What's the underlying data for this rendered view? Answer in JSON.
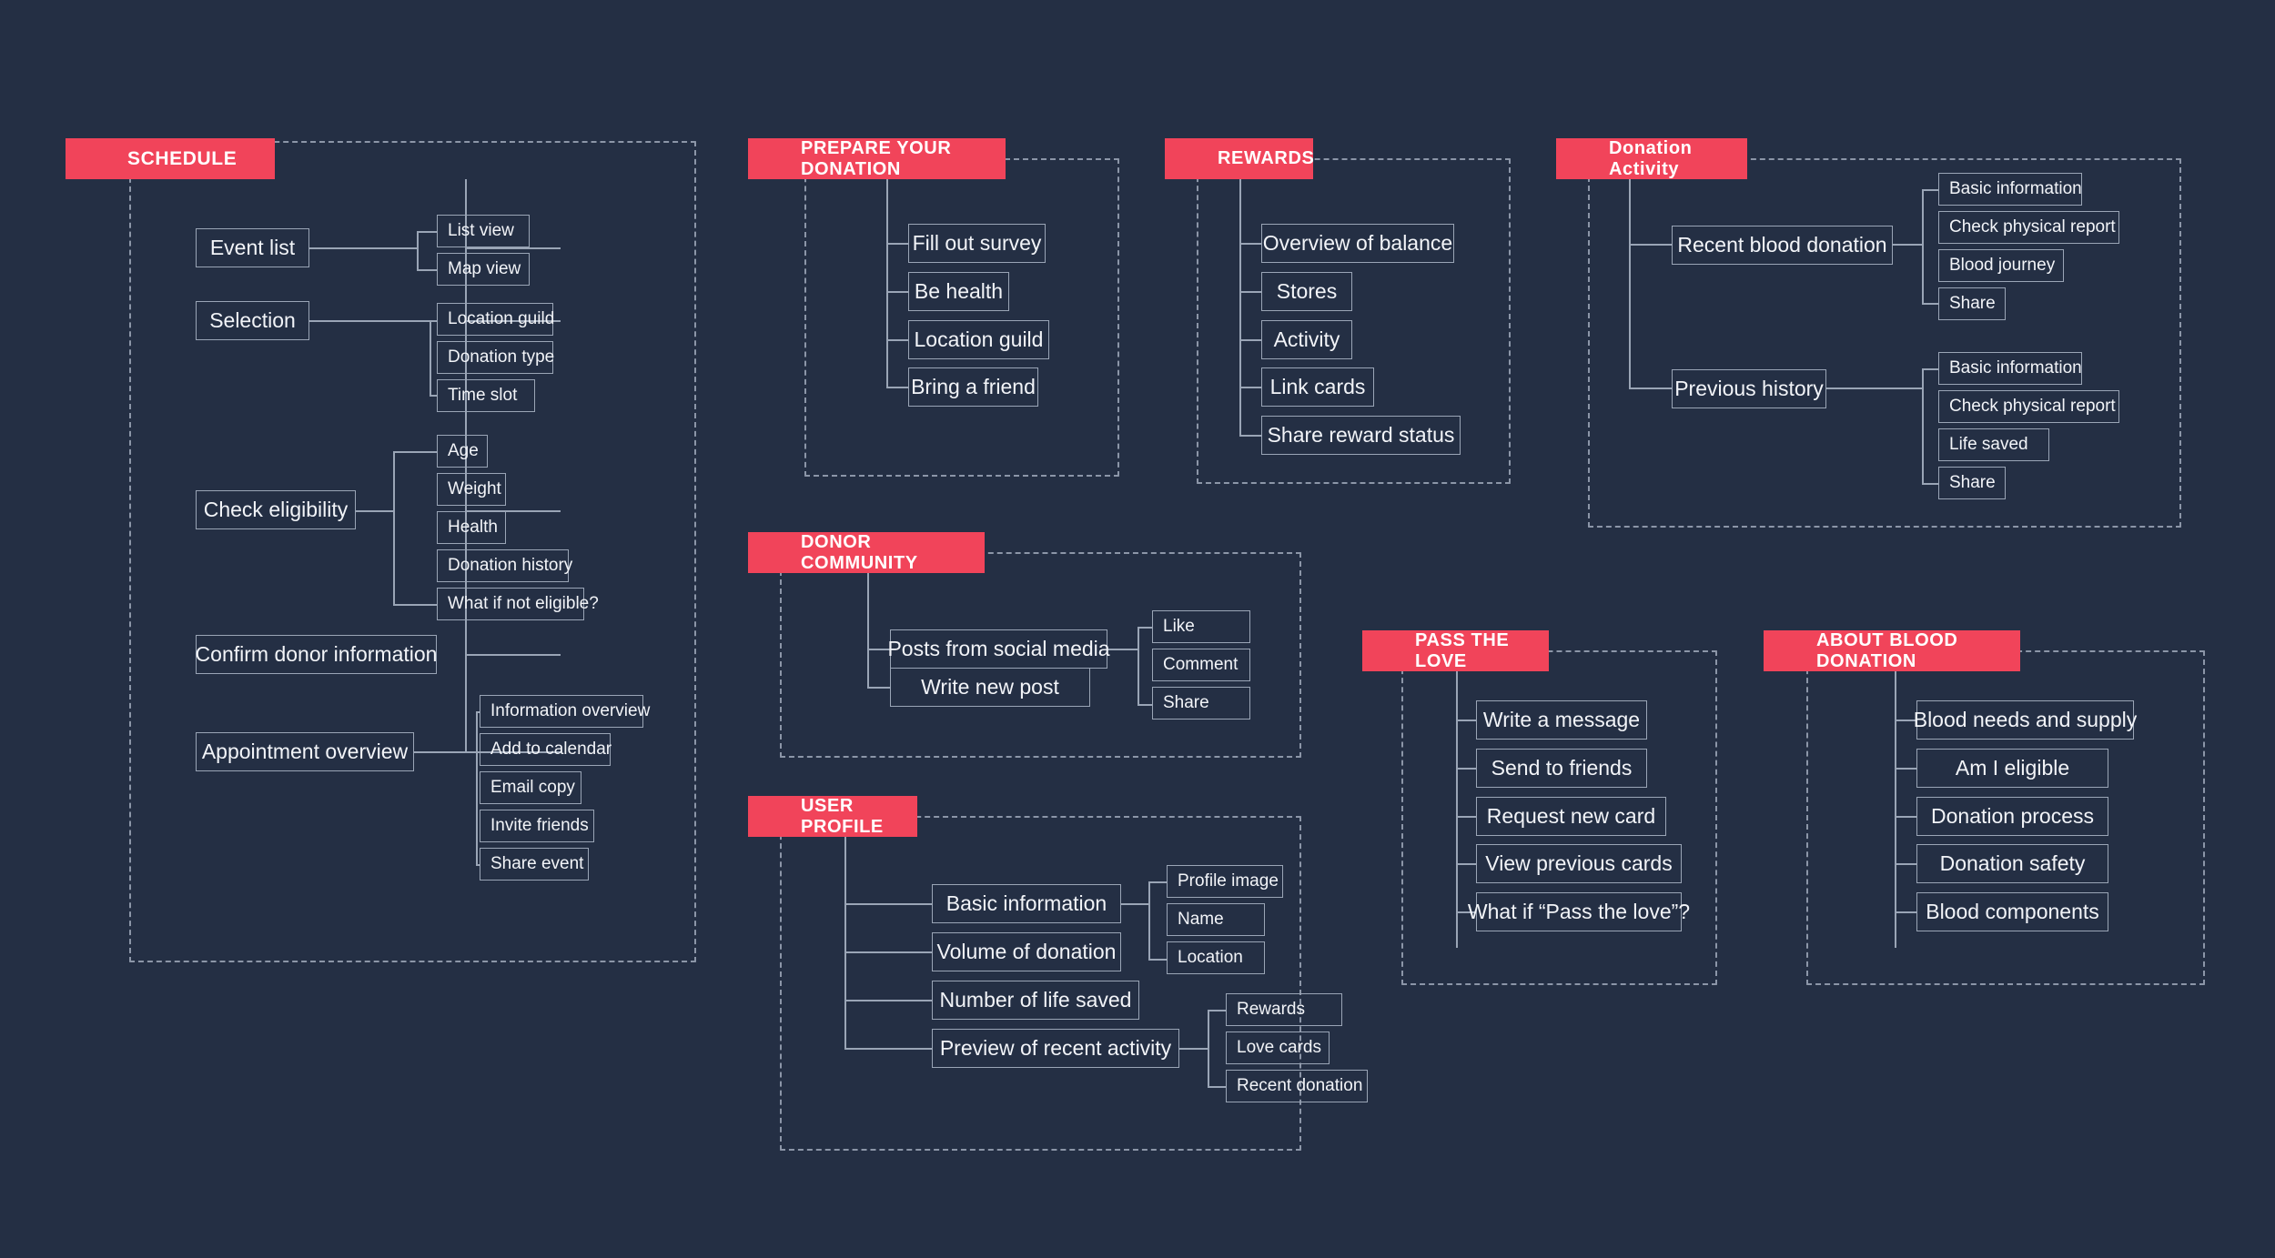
{
  "meta": {
    "background_color": "#242F44",
    "accent_color": "#F1445A",
    "line_color": "#9AA5B6",
    "text_color": "#F2F4F8",
    "diagram_kind": "sitemap"
  },
  "sections": {
    "schedule": {
      "title": "SCHEDULE",
      "nodes": {
        "event_list": "Event list",
        "event_list_children": [
          "List view",
          "Map view"
        ],
        "selection": "Selection",
        "selection_children": [
          "Location guild",
          "Donation type",
          "Time slot"
        ],
        "check_eligibility": "Check eligibility",
        "check_eligibility_children": [
          "Age",
          "Weight",
          "Health",
          "Donation history",
          "What if not eligible?"
        ],
        "confirm_donor_information": "Confirm donor information",
        "appointment_overview": "Appointment overview",
        "appointment_overview_children": [
          "Information overview",
          "Add to calendar",
          "Email copy",
          "Invite friends",
          "Share event"
        ]
      }
    },
    "prepare": {
      "title": "PREPARE YOUR DONATION",
      "children": [
        "Fill out survey",
        "Be health",
        "Location guild",
        "Bring a friend"
      ]
    },
    "rewards": {
      "title": "REWARDS",
      "children": [
        "Overview of balance",
        "Stores",
        "Activity",
        "Link cards",
        "Share reward status"
      ]
    },
    "donation_activity": {
      "title": "Donation Activity",
      "nodes": {
        "recent_blood_donation": "Recent blood donation",
        "recent_children": [
          "Basic information",
          "Check physical report",
          "Blood journey",
          "Share"
        ],
        "previous_history": "Previous history",
        "previous_children": [
          "Basic information",
          "Check physical report",
          "Life saved",
          "Share"
        ]
      }
    },
    "donor_community": {
      "title": "DONOR COMMUNITY",
      "nodes": {
        "posts_from_social_media": "Posts from social media",
        "write_new_post": "Write new post",
        "post_actions": [
          "Like",
          "Comment",
          "Share"
        ]
      }
    },
    "user_profile": {
      "title": "USER PROFILE",
      "nodes": {
        "basic_information": "Basic information",
        "basic_children": [
          "Profile image",
          "Name",
          "Location"
        ],
        "volume_of_donation": "Volume of donation",
        "number_of_life_saved": "Number of life saved",
        "preview_of_recent_activity": "Preview of recent activity",
        "preview_children": [
          "Rewards",
          "Love cards",
          "Recent donation"
        ]
      }
    },
    "pass_the_love": {
      "title": "PASS THE LOVE",
      "children": [
        "Write a message",
        "Send to friends",
        "Request new card",
        "View previous cards",
        "What if “Pass the love”?"
      ]
    },
    "about_blood_donation": {
      "title": "ABOUT BLOOD DONATION",
      "children": [
        "Blood needs and supply",
        "Am I eligible",
        "Donation process",
        "Donation safety",
        "Blood components"
      ]
    }
  }
}
